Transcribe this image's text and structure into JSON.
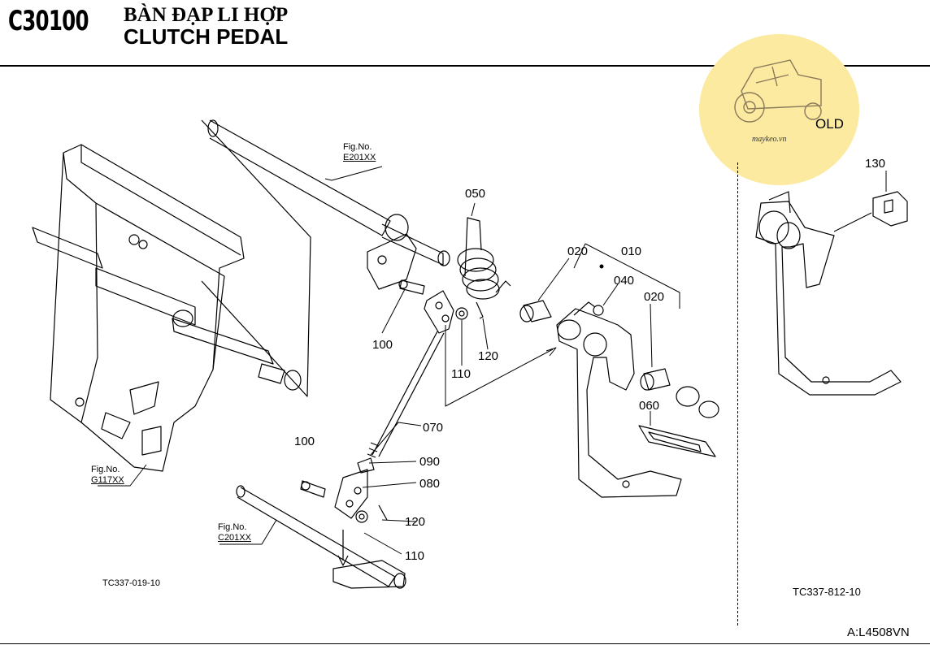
{
  "header": {
    "code": "C30100",
    "title_vn": "BÀN ĐẠP LI HỢP",
    "title_en": "CLUTCH PEDAL"
  },
  "watermark": {
    "text": "OLD",
    "site": "maykeo.vn",
    "color": "#fbeaa0",
    "icon": "tractor-icon"
  },
  "fig_refs": {
    "e201": {
      "label": "Fig.No.",
      "code": "E201XX"
    },
    "g117": {
      "label": "Fig.No.",
      "code": "G117XX"
    },
    "c201": {
      "label": "Fig.No.",
      "code": "C201XX"
    }
  },
  "parts": {
    "p010": "010",
    "p020a": "020",
    "p020b": "020",
    "p040": "040",
    "p050": "050",
    "p060": "060",
    "p070": "070",
    "p080": "080",
    "p090": "090",
    "p100a": "100",
    "p100b": "100",
    "p110a": "110",
    "p110b": "110",
    "p120a": "120",
    "p120b": "120",
    "p130": "130"
  },
  "drawing_codes": {
    "main": "TC337-019-10",
    "old": "TC337-812-10"
  },
  "page_id": "A:L4508VN"
}
